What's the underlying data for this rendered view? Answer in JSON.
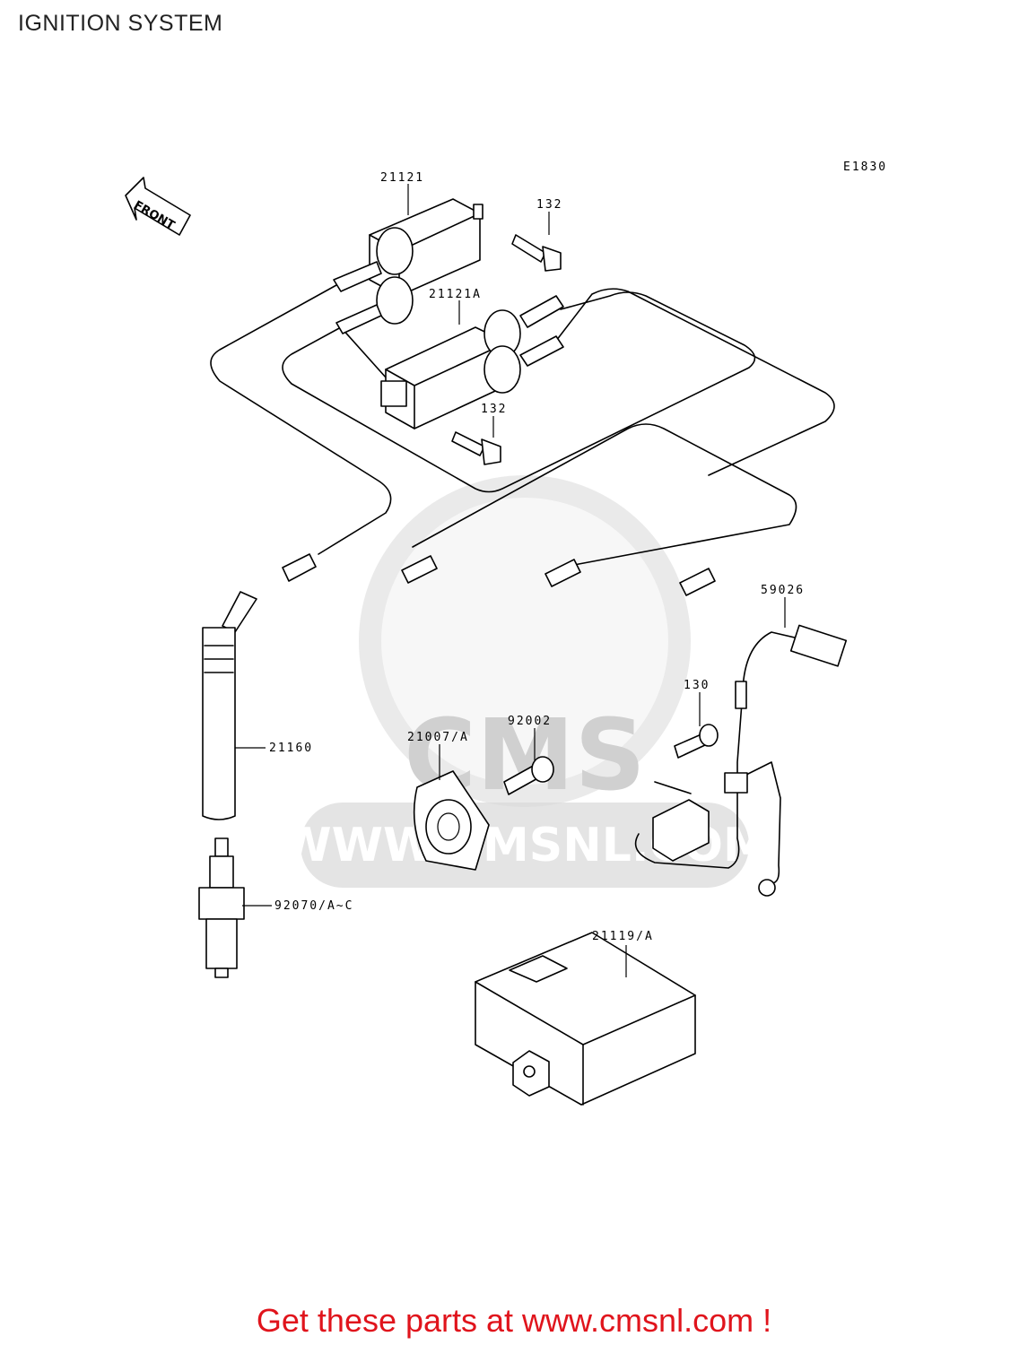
{
  "title": "IGNITION SYSTEM",
  "diagram_code": "E1830",
  "front_label": "FRONT",
  "watermark": {
    "logo": "CMS",
    "url": "WWW.CMSNL.COM"
  },
  "callouts": [
    {
      "id": "ignition-coil",
      "label": "21121"
    },
    {
      "id": "ignition-coil-a",
      "label": "21121A"
    },
    {
      "id": "bolt-upper",
      "label": "132"
    },
    {
      "id": "bolt-lower",
      "label": "132"
    },
    {
      "id": "wire-harness",
      "label": "59026"
    },
    {
      "id": "bolt-130",
      "label": "130"
    },
    {
      "id": "screw-92002",
      "label": "92002"
    },
    {
      "id": "rotor-plate",
      "label": "21007/A"
    },
    {
      "id": "spark-plug-cap",
      "label": "21160"
    },
    {
      "id": "spark-plug",
      "label": "92070/A~C"
    },
    {
      "id": "igniter",
      "label": "21119/A"
    }
  ],
  "footer": "Get these parts at www.cmsnl.com !"
}
